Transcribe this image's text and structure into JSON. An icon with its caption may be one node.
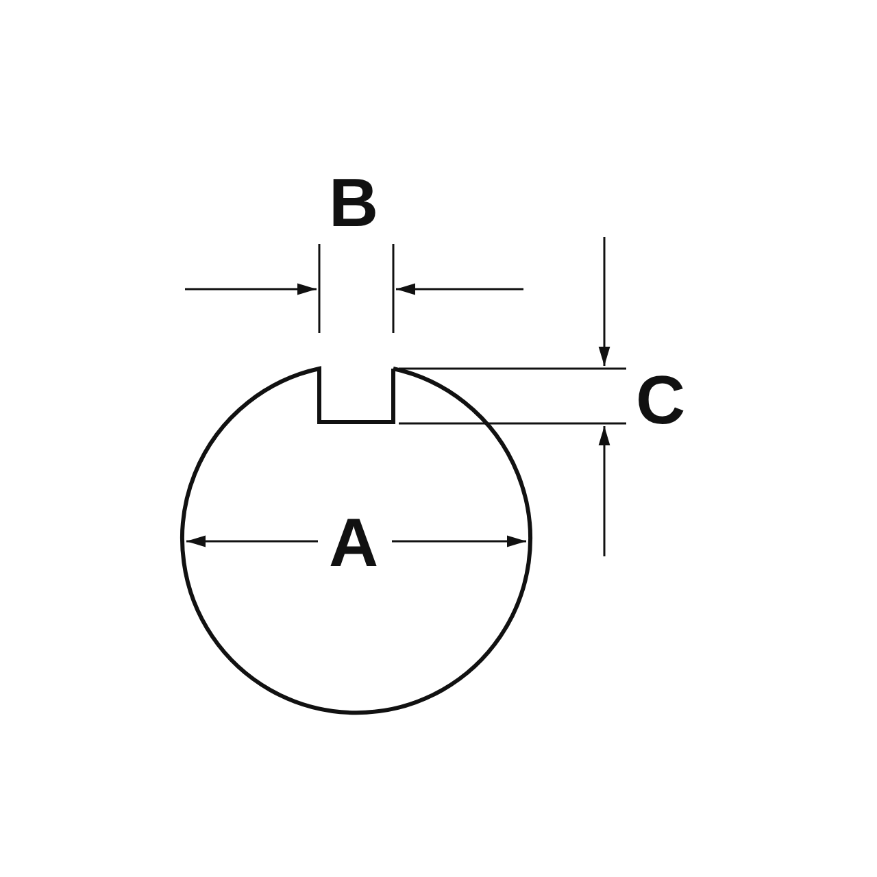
{
  "diagram": {
    "labels": [
      "B",
      "C",
      "A"
    ]
  }
}
